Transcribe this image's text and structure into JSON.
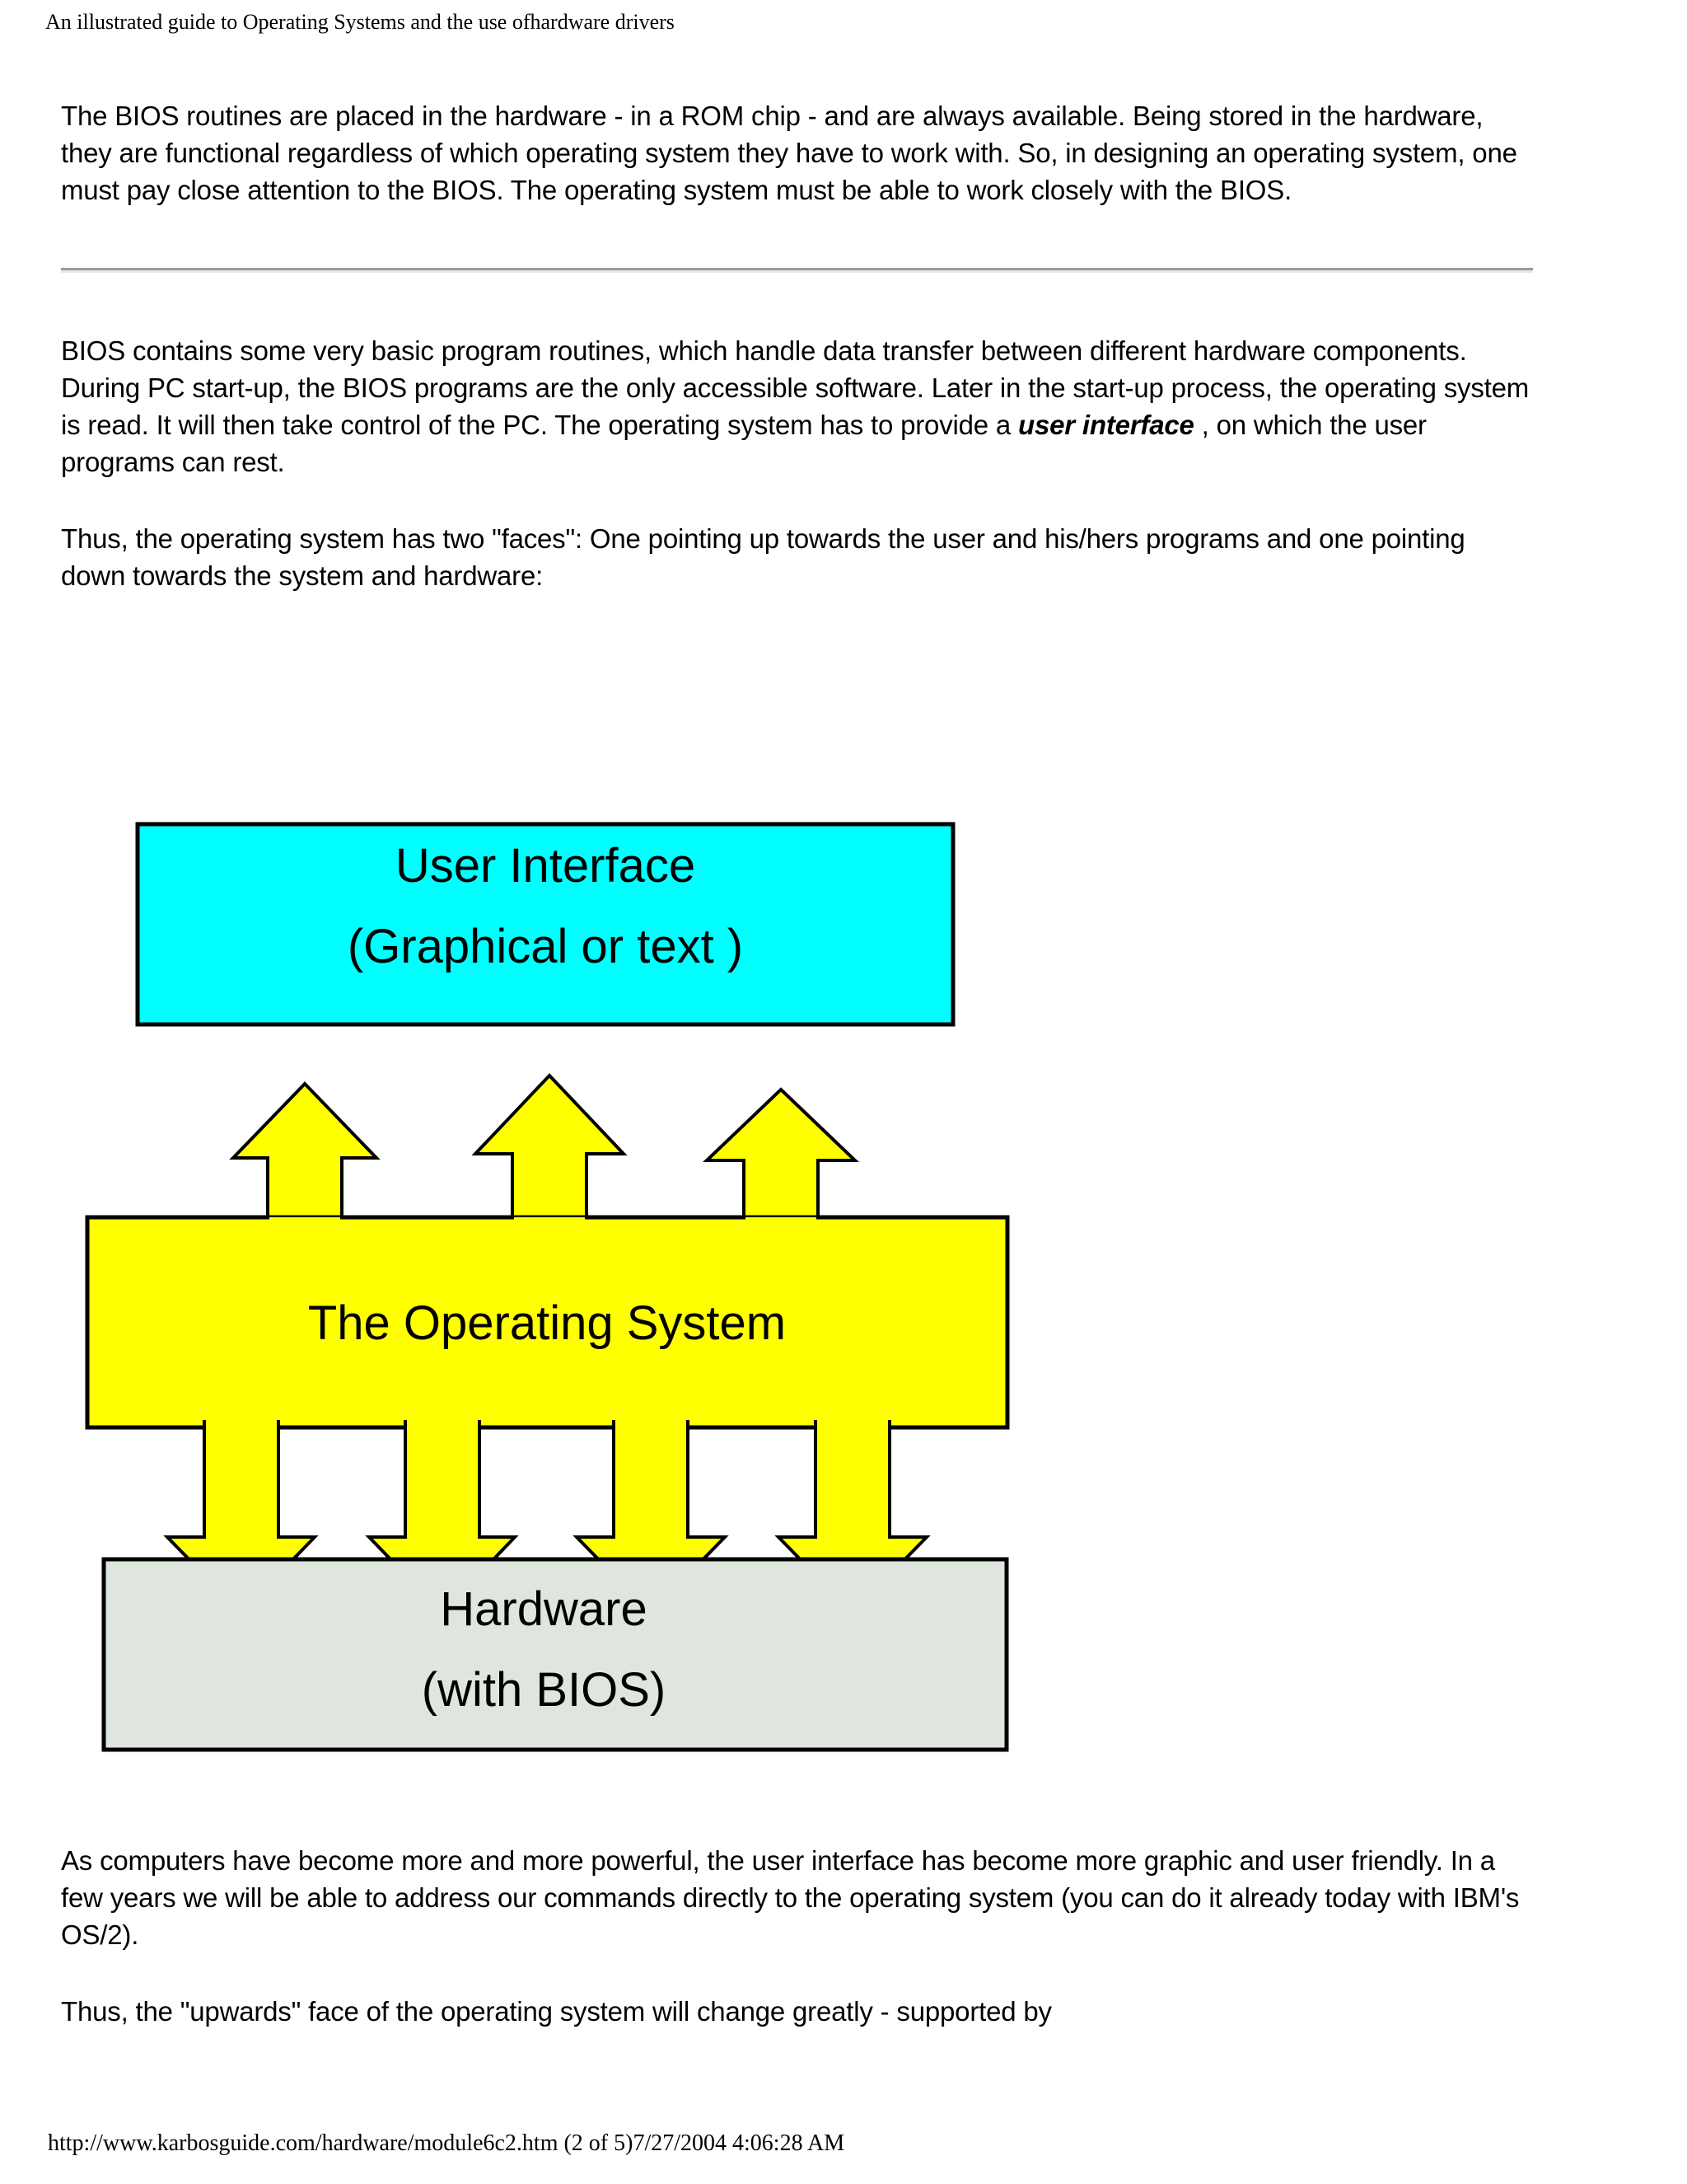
{
  "header": {
    "running_title": "An illustrated guide to Operating Systems and the use ofhardware drivers"
  },
  "body": {
    "paragraph_1": "The BIOS routines are placed in the hardware - in a ROM chip - and are always available. Being stored in the hardware, they are functional regardless of which operating system they have to work with. So, in designing an operating system, one must pay close attention to the BIOS. The operating system must be able to work closely with the BIOS.",
    "paragraph_2_part1": "BIOS contains some very basic program routines, which handle data transfer between different hardware components. During PC start-up, the BIOS programs are the only accessible software. Later in the start-up process, the operating system is read. It will then take control of the PC. The operating system has to provide a ",
    "paragraph_2_emphasis": "user interface",
    "paragraph_2_part2": " , on which the user programs can rest.",
    "paragraph_3": "Thus, the operating system has two \"faces\": One pointing up towards the user and his/hers programs and one pointing down towards the system and hardware:",
    "paragraph_4": "As computers have become more and more powerful, the user interface has become more graphic and user friendly. In a few years we will be able to address our commands directly to the operating system (you can do it already today with IBM's OS/2).",
    "paragraph_5": "Thus, the \"upwards\" face of the operating system will change greatly - supported by"
  },
  "diagram": {
    "user_interface_box": {
      "line1": "User Interface",
      "line2": "(Graphical or text )",
      "fill": "#00FFFF",
      "stroke": "#000000"
    },
    "operating_system_box": {
      "line1": "The Operating System",
      "fill": "#FFFF00",
      "stroke": "#000000"
    },
    "hardware_box": {
      "line1": "Hardware",
      "line2": "(with BIOS)",
      "fill": "#DEE6DE",
      "stroke": "#000000"
    },
    "arrows_up_count": "3",
    "arrows_down_count": "4"
  },
  "footer": {
    "url_line": "http://www.karbosguide.com/hardware/module6c2.htm (2 of 5)7/27/2004 4:06:28 AM"
  }
}
